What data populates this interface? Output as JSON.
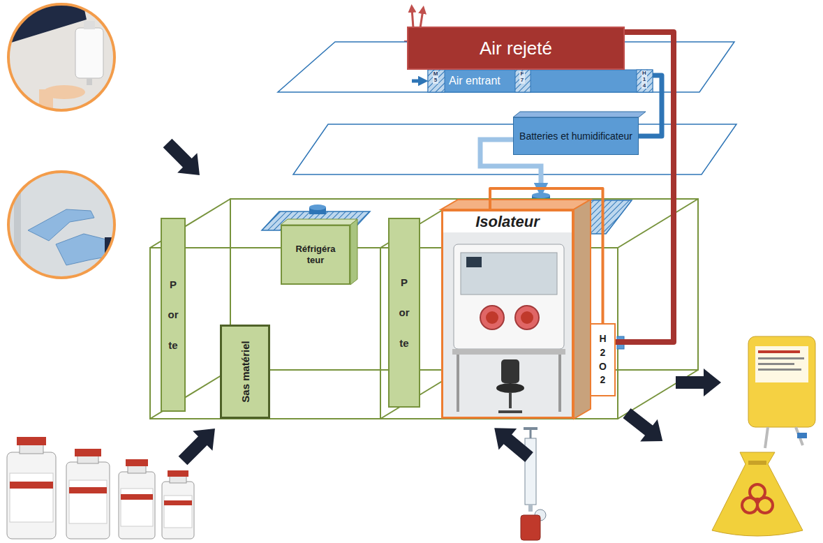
{
  "diagram": {
    "nodes": [
      {
        "text": [
          "Air rejeté"
        ]
      },
      {
        "text": [
          "Air entrant"
        ]
      },
      {
        "text": [
          "Batteries et humidificateur"
        ]
      },
      {
        "text": [
          "Porte"
        ]
      },
      {
        "text": [
          "Sas matériel"
        ]
      },
      {
        "text": [
          "Réfrigérateur"
        ]
      },
      {
        "text": [
          "Porte"
        ]
      },
      {
        "text": [
          "Isolateur"
        ]
      },
      {
        "text": [
          "H2O2"
        ]
      }
    ],
    "edges": [
      {
        "from": 1,
        "to": 2,
        "arrow": "none"
      },
      {
        "from": 7,
        "to": 8,
        "arrow": "none"
      },
      {
        "from": 8,
        "to": 0,
        "arrow": "none"
      }
    ],
    "labels": [
      "M5",
      "F7",
      "H14"
    ]
  }
}
